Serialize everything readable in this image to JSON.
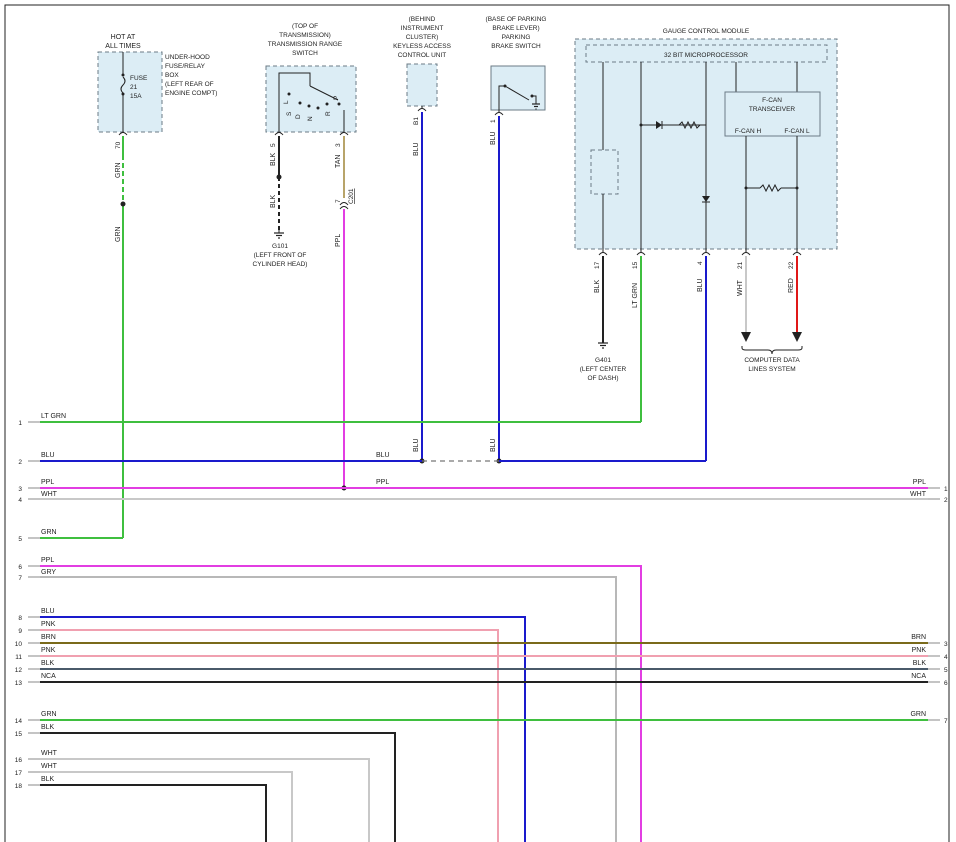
{
  "components": {
    "fuse_box": {
      "hot_label": [
        "HOT AT",
        "ALL TIMES"
      ],
      "fuse_label": [
        "FUSE",
        "21",
        "15A"
      ],
      "name": [
        "UNDER-HOOD",
        "FUSE/RELAY",
        "BOX",
        "(LEFT REAR OF",
        "ENGINE COMPT)"
      ]
    },
    "range_switch": {
      "name": [
        "(TOP OF",
        "TRANSMISSION)",
        "TRANSMISSION RANGE",
        "SWITCH"
      ],
      "positions": [
        "L",
        "S",
        "D",
        "N",
        "R",
        "P"
      ]
    },
    "keyless": {
      "name": [
        "(BEHIND",
        "INSTRUMENT",
        "CLUSTER)",
        "KEYLESS ACCESS",
        "CONTROL UNIT"
      ]
    },
    "brake_switch": {
      "name": [
        "(BASE OF PARKING",
        "BRAKE LEVER)",
        "PARKING",
        "BRAKE SWITCH"
      ]
    },
    "gcm": {
      "name": "GAUGE CONTROL MODULE",
      "micro": "32 BIT MICROPROCESSOR",
      "transceiver": [
        "F-CAN",
        "TRANSCEIVER"
      ],
      "can_h": "F-CAN H",
      "can_l": "F-CAN L"
    }
  },
  "pins": {
    "fuse_out": "70",
    "sw_5": "5",
    "sw_3": "3",
    "c201_pin": "7",
    "c201_name": "C201",
    "keyless_b1": "B1",
    "brake_1": "1",
    "gcm_17": "17",
    "gcm_15": "15",
    "gcm_4": "4",
    "gcm_21": "21",
    "gcm_22": "22"
  },
  "wire_colors": {
    "grn": "GRN",
    "blk": "BLK",
    "tan": "TAN",
    "ppl": "PPL",
    "blu": "BLU",
    "lt_grn": "LT GRN",
    "wht": "WHT",
    "red": "RED"
  },
  "grounds": {
    "g101": [
      "G101",
      "(LEFT FRONT OF",
      "CYLINDER HEAD)"
    ],
    "g401": [
      "G401",
      "(LEFT CENTER",
      "OF DASH)"
    ]
  },
  "data_lines": [
    "COMPUTER DATA",
    "LINES SYSTEM"
  ],
  "left_bus": [
    {
      "num": "1",
      "label": "LT GRN",
      "color": "#3fbf3f"
    },
    {
      "num": "2",
      "label": "BLU",
      "color": "#1a1acc"
    },
    {
      "num": "3",
      "label": "PPL",
      "color": "#e23ee2"
    },
    {
      "num": "4",
      "label": "WHT",
      "color": "#c8c8c8"
    },
    {
      "num": "5",
      "label": "GRN",
      "color": "#3fbf3f"
    },
    {
      "num": "6",
      "label": "PPL",
      "color": "#e23ee2"
    },
    {
      "num": "7",
      "label": "GRY",
      "color": "#b8b8b8"
    },
    {
      "num": "8",
      "label": "BLU",
      "color": "#1a1acc"
    },
    {
      "num": "9",
      "label": "PNK",
      "color": "#f0a0b0"
    },
    {
      "num": "10",
      "label": "BRN",
      "color": "#7a6a1a"
    },
    {
      "num": "11",
      "label": "PNK",
      "color": "#f0a0b0"
    },
    {
      "num": "12",
      "label": "BLK",
      "color": "#222222"
    },
    {
      "num": "13",
      "label": "NCA",
      "color": "#222222"
    },
    {
      "num": "14",
      "label": "GRN",
      "color": "#3fbf3f"
    },
    {
      "num": "15",
      "label": "BLK",
      "color": "#222222"
    },
    {
      "num": "16",
      "label": "WHT",
      "color": "#c8c8c8"
    },
    {
      "num": "17",
      "label": "WHT",
      "color": "#c8c8c8"
    },
    {
      "num": "18",
      "label": "BLK",
      "color": "#222222"
    }
  ],
  "right_bus": [
    {
      "num": "1",
      "label": "PPL"
    },
    {
      "num": "2",
      "label": "WHT"
    },
    {
      "num": "3",
      "label": "BRN"
    },
    {
      "num": "4",
      "label": "PNK"
    },
    {
      "num": "5",
      "label": "BLK"
    },
    {
      "num": "6",
      "label": "NCA"
    },
    {
      "num": "7",
      "label": "GRN"
    }
  ]
}
